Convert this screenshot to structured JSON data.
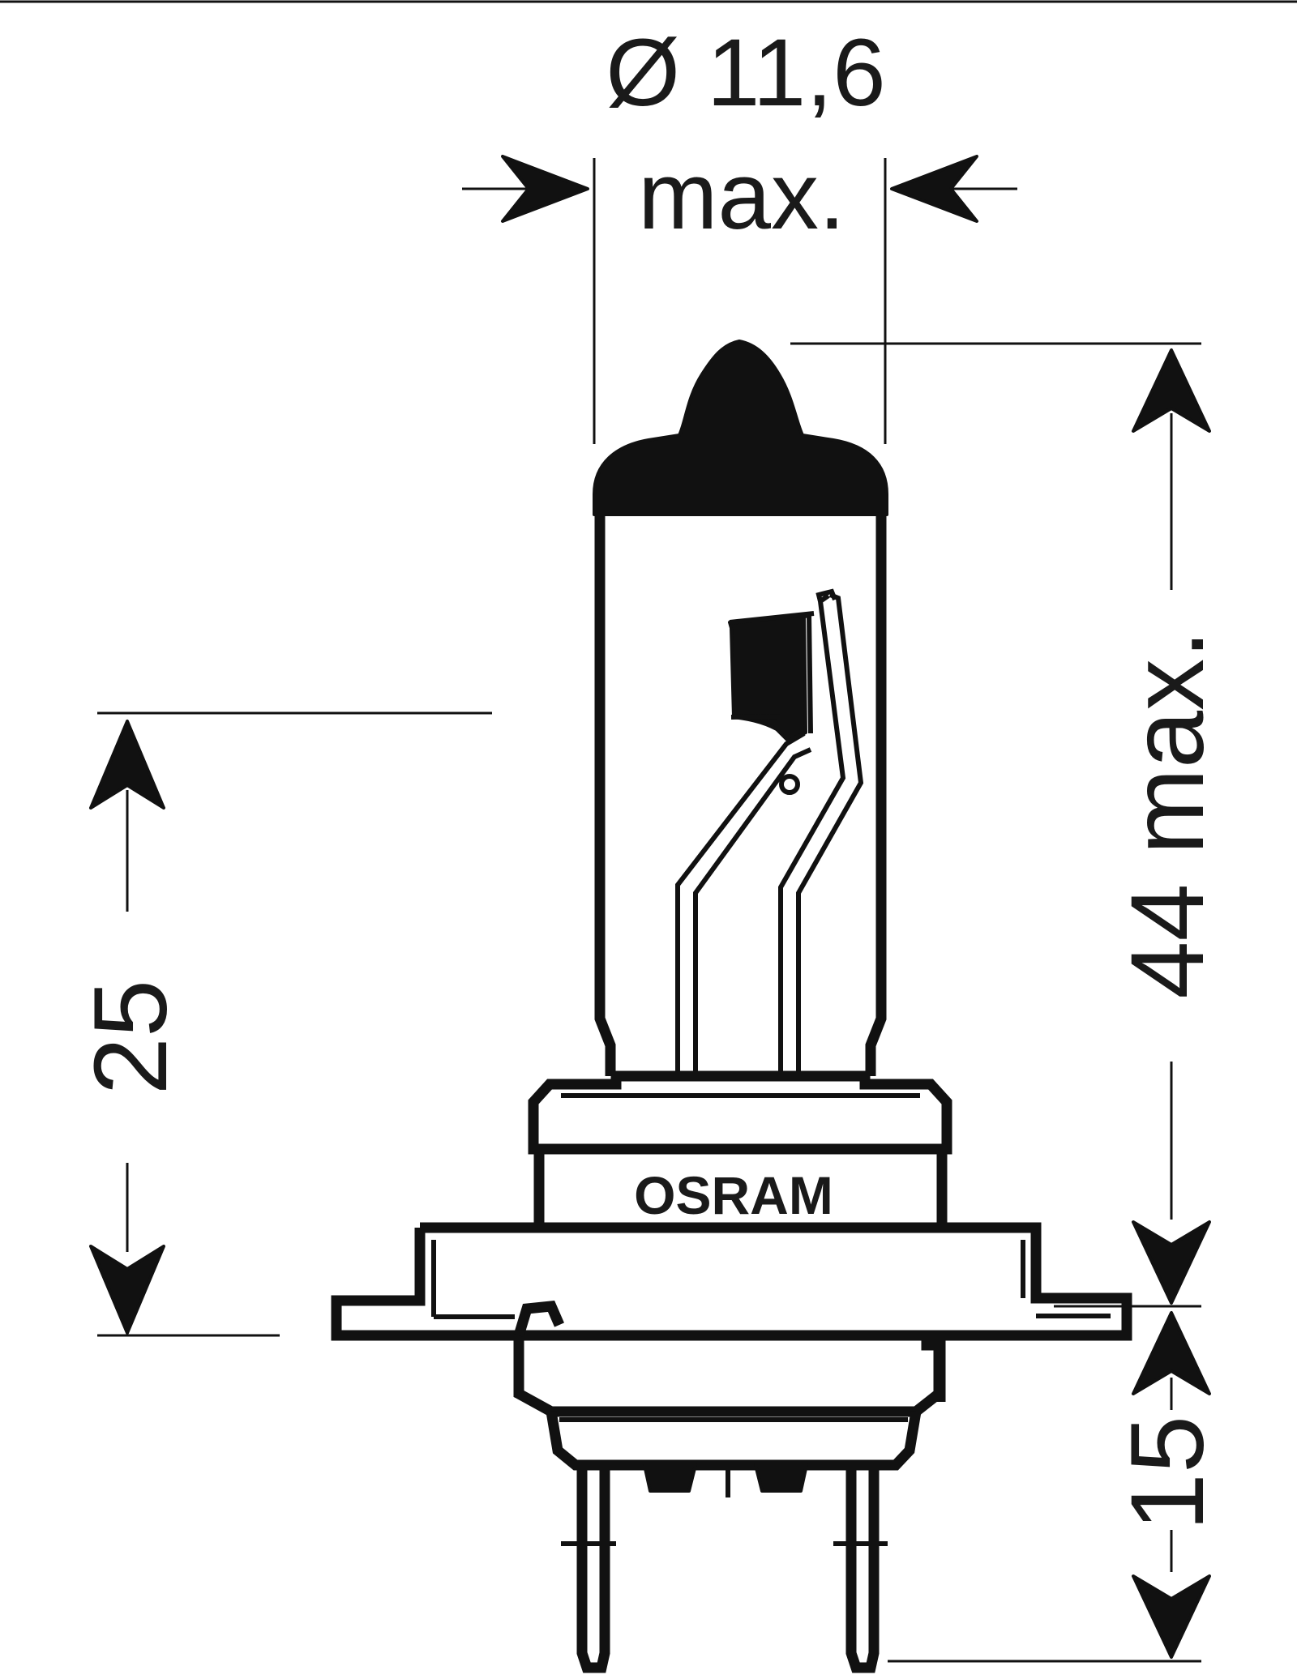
{
  "dimensions": {
    "diameter": {
      "value": "Ø 11,6",
      "qualifier": "max."
    },
    "overall_length": {
      "label": "44 max."
    },
    "reference_height": {
      "label": "25"
    },
    "base_height": {
      "label": "15"
    }
  },
  "brand": {
    "label": "OSRAM"
  }
}
